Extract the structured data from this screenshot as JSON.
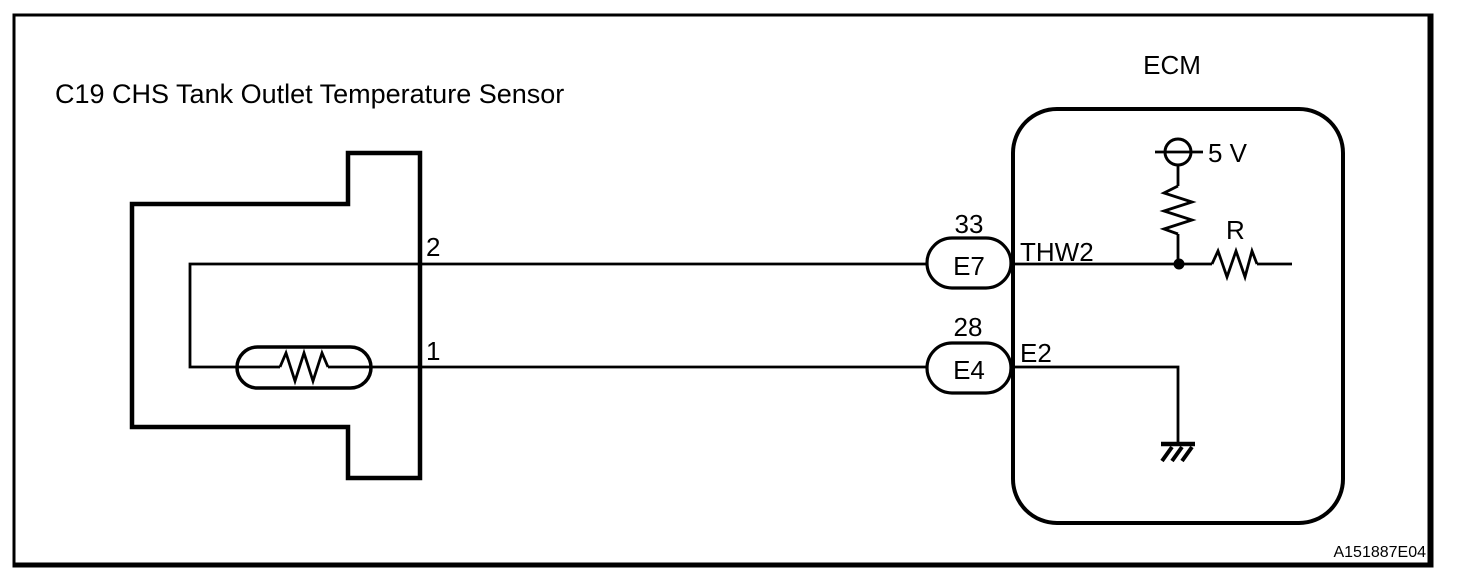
{
  "page": {
    "background_color": "#ffffff",
    "line_color": "#000000"
  },
  "diagram": {
    "title": "C19 CHS Tank Outlet Temperature Sensor",
    "figure_code": "A151887E04",
    "sensor": {
      "pin_2_label": "2",
      "pin_1_label": "1"
    },
    "signal_wires": [
      {
        "pin_number": "33",
        "connector_code": "E7",
        "terminal_name": "THW2"
      },
      {
        "pin_number": "28",
        "connector_code": "E4",
        "terminal_name": "E2"
      }
    ],
    "ecm": {
      "label": "ECM",
      "supply_voltage_label": "5 V",
      "resistor_label": "R"
    }
  }
}
